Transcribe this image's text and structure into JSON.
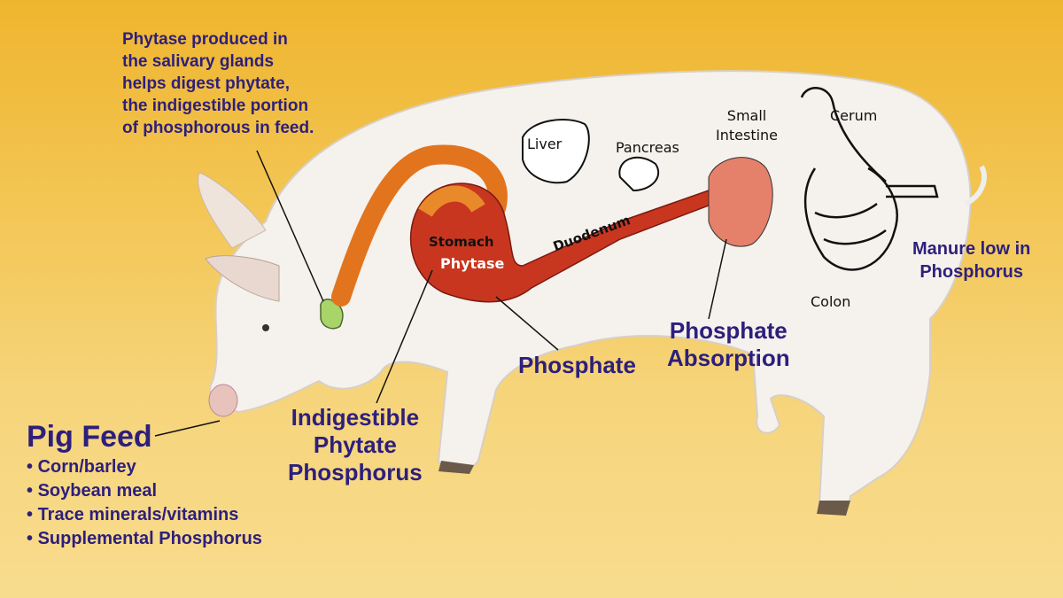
{
  "note": [
    "Phytase produced in",
    "the salivary glands",
    "helps digest phytate,",
    "the indigestible portion",
    "of phosphorous in feed."
  ],
  "organs": {
    "liver": "Liver",
    "pancreas": "Pancreas",
    "small_intestine": [
      "Small",
      "Intestine"
    ],
    "cerum": "Cerum",
    "stomach": "Stomach",
    "phytase": "Phytase",
    "duodenum": "Duodenum",
    "colon": "Colon"
  },
  "callouts": {
    "indigestible": [
      "Indigestible",
      "Phytate",
      "Phosphorus"
    ],
    "phosphate": "Phosphate",
    "absorption": [
      "Phosphate",
      "Absorption"
    ],
    "manure": [
      "Manure low in",
      "Phosphorus"
    ]
  },
  "feed": {
    "title": "Pig Feed",
    "items": [
      "Corn/barley",
      "Soybean meal",
      "Trace minerals/vitamins",
      "Supplemental Phosphorus"
    ]
  },
  "colors": {
    "text": "#2d1f7c",
    "esophagus": "#e2741e",
    "duodenum": "#b8201c",
    "gland": "#a8d46a"
  }
}
